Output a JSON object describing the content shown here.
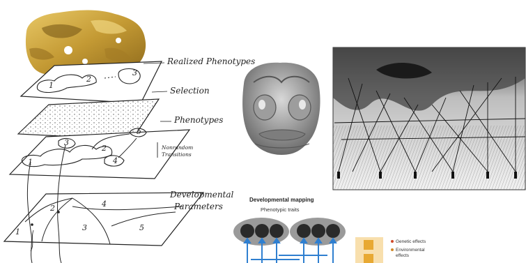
{
  "layers": {
    "realized": "Realized Phenotypes",
    "selection": "Selection",
    "phenotypes": "Phenotypes",
    "transitions_line1": "Nonrandom",
    "transitions_line2": "Transitions",
    "developmental_line1": "Developmental",
    "developmental_line2": "Parameters"
  },
  "realized_nodes": [
    "1",
    "2",
    "3"
  ],
  "phenotype_nodes": [
    "1",
    "2",
    "3",
    "4",
    "5"
  ],
  "parameter_regions": [
    "1",
    "2",
    "3",
    "4",
    "5"
  ],
  "mapping": {
    "title": "Developmental mapping",
    "subtitle": "Phenotypic traits",
    "legend_genetic": "Genetic effects",
    "legend_environmental_line1": "Environmental",
    "legend_environmental_line2": "effects"
  },
  "colors": {
    "skull_gold": "#c9a23c",
    "oval_gray": "#9a9a9a",
    "trait_dark": "#2a2a2a",
    "arrow_blue": "#2f7fd0",
    "legend_box": "#f3c56a"
  },
  "icons": [
    "skull-3d-image",
    "embryo-face-image",
    "epigenetic-landscape-image"
  ]
}
